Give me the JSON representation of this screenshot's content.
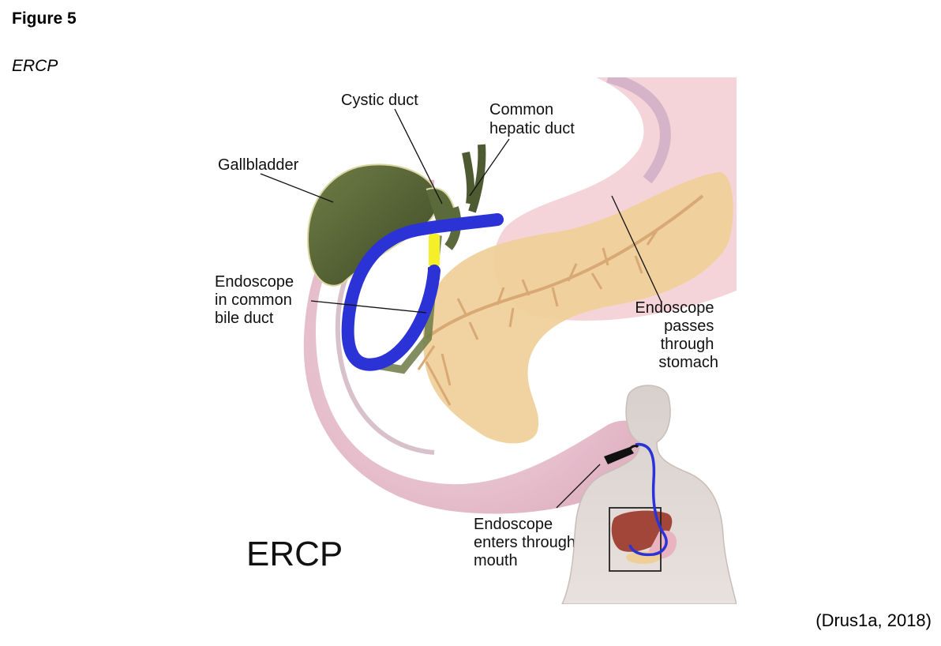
{
  "figure": {
    "number": "Figure 5",
    "title": "ERCP",
    "citation": "(Drus1a, 2018)"
  },
  "diagram": {
    "heading": "ERCP",
    "labels": {
      "cystic_duct": [
        "Cystic duct"
      ],
      "common_hepatic_duct": [
        "Common",
        "hepatic duct"
      ],
      "gallbladder": [
        "Gallbladder"
      ],
      "endoscope_bile_duct": [
        "Endoscope",
        "in common",
        "bile duct"
      ],
      "endoscope_stomach": [
        "Endoscope",
        "passes",
        "through",
        "stomach"
      ],
      "endoscope_mouth": [
        "Endoscope",
        "enters through",
        "mouth"
      ]
    },
    "colors": {
      "endoscope": "#2b33d6",
      "gallbladder": "#5a6a3a",
      "pancreas": "#efcf98",
      "duodenum": "#e8b9c8",
      "stomach": "#f2c9cf",
      "liver": "#a3463a",
      "bile": "#f5ef2a"
    }
  }
}
